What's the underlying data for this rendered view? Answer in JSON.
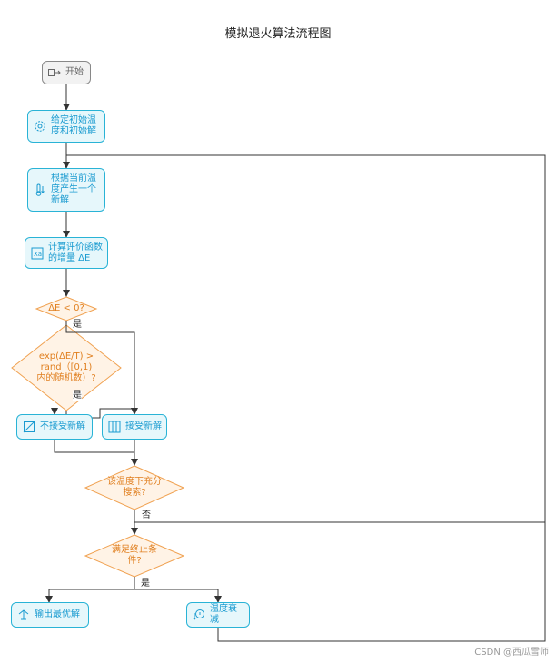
{
  "title": "模拟退火算法流程图",
  "nodes": {
    "start": "开始",
    "init": "给定初始温度和初始解",
    "generate": "根据当前温度产生一个新解",
    "evaluate": "计算评价函数的增量 ΔE",
    "delta_check": "ΔE < 0?",
    "prob_check": "exp(ΔE/T) > rand（[0,1) 内的随机数）?",
    "reject": "不接受新解",
    "accept": "接受新解",
    "search_check": "该温度下充分搜索?",
    "stop_check": "满足终止条件?",
    "output": "输出最优解",
    "cool": "温度衰减"
  },
  "edge_labels": {
    "delta_yes": "是",
    "prob_yes": "是",
    "search_no": "否",
    "stop_yes": "是"
  },
  "watermark": "CSDN @西瓜雪师",
  "colors": {
    "process_fill": "#e6f7fb",
    "process_border": "#29b3d6",
    "process_text": "#1a9bd0",
    "decision_fill": "#fff3e6",
    "decision_border": "#f0a150",
    "decision_text": "#e07f1f",
    "edge": "#333333"
  }
}
